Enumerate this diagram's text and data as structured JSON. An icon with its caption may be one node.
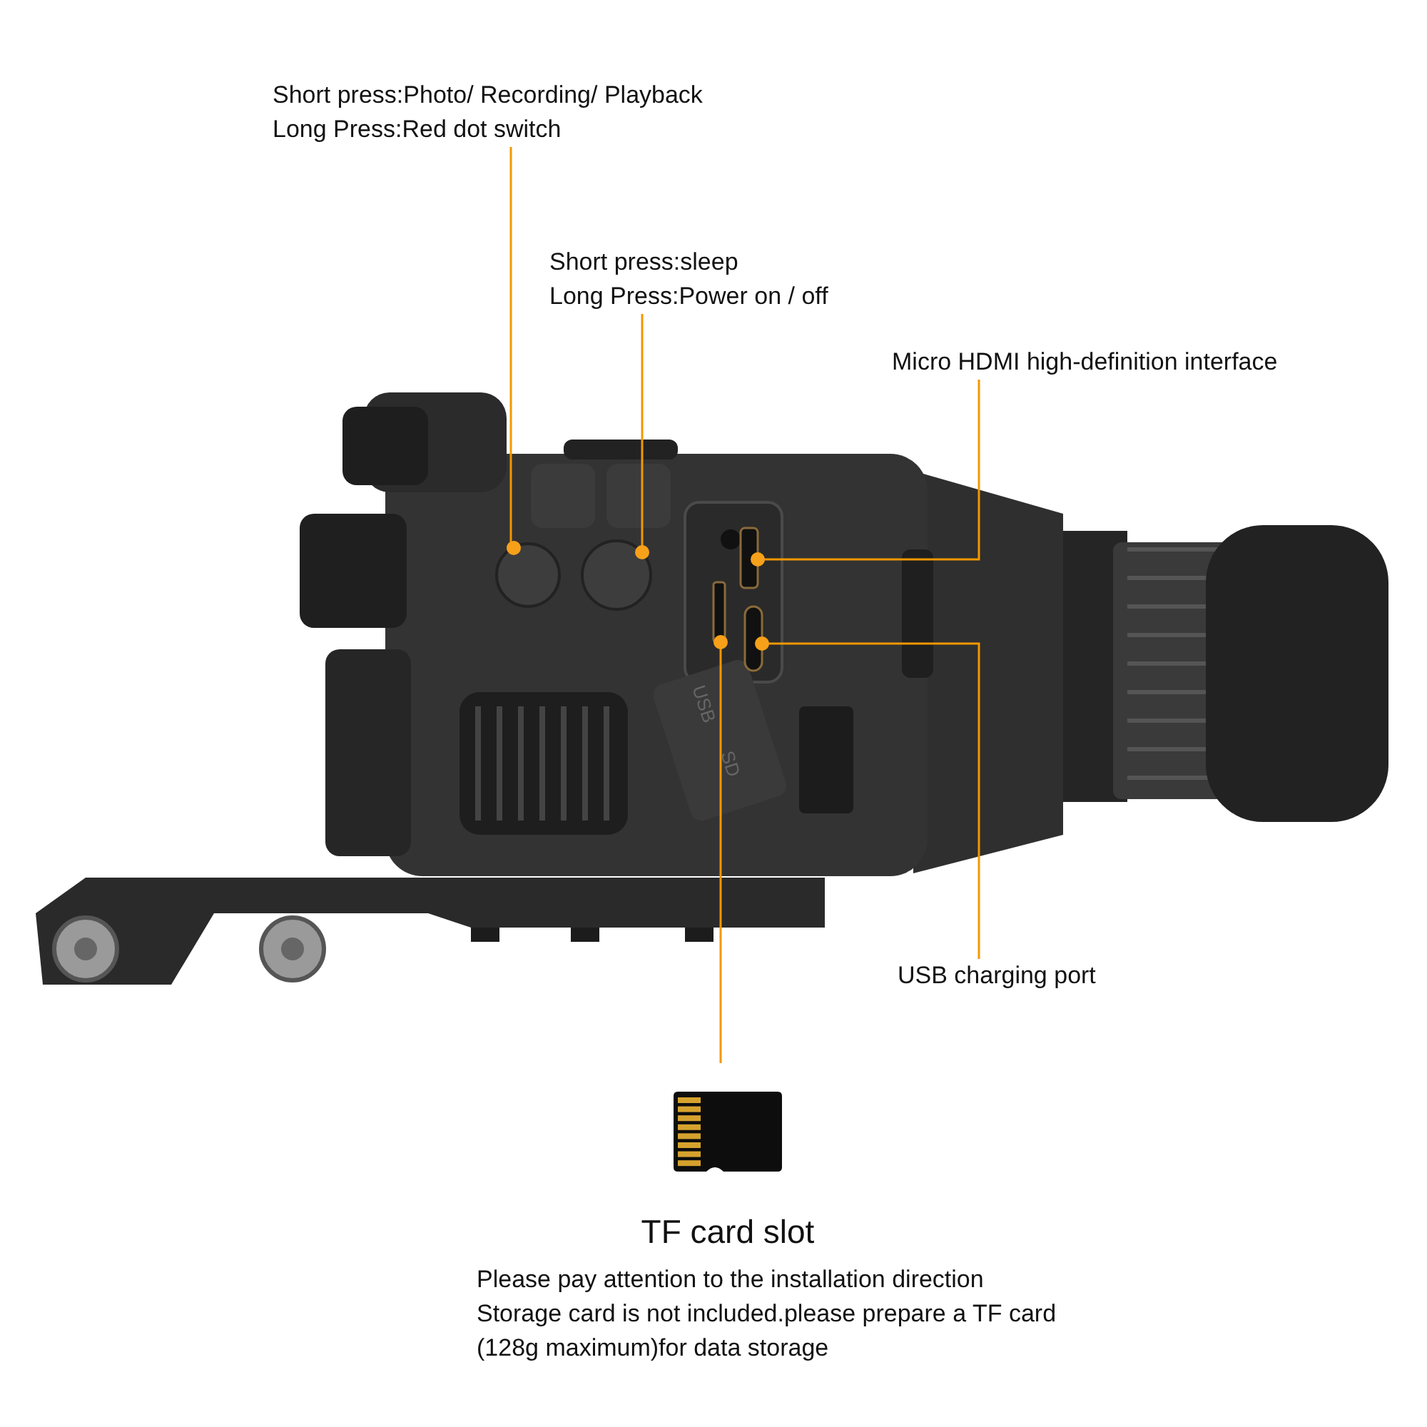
{
  "diagram": {
    "nodes": [
      {
        "text": [
          "Short press:Photo/ Recording/ Playback",
          "Long Press:Red dot switch"
        ]
      },
      {
        "text": [
          "Short press:sleep",
          "Long Press:Power on / off"
        ]
      },
      {
        "text": [
          "Micro HDMI high-definition interface"
        ]
      },
      {
        "text": [
          "USB charging port"
        ]
      },
      {
        "text": [
          "TF card slot"
        ]
      },
      {
        "text": [],
        "shape": "circle"
      },
      {
        "text": [],
        "shape": "circle"
      },
      {
        "text": [],
        "shape": "box"
      },
      {
        "text": [],
        "shape": "box"
      },
      {
        "text": [],
        "shape": "box"
      }
    ],
    "edges": [
      {
        "from": 0,
        "to": 5,
        "arrow": "other"
      },
      {
        "from": 1,
        "to": 6,
        "arrow": "other"
      },
      {
        "from": 2,
        "to": 7,
        "arrow": "other"
      },
      {
        "from": 3,
        "to": 8,
        "arrow": "other"
      },
      {
        "from": 4,
        "to": 9,
        "arrow": "other"
      }
    ],
    "labels": [
      "USB",
      "SD",
      "Please pay attention to the installation direction",
      "Storage card is not included.please prepare a TF card (128g maximum)for data storage"
    ]
  }
}
